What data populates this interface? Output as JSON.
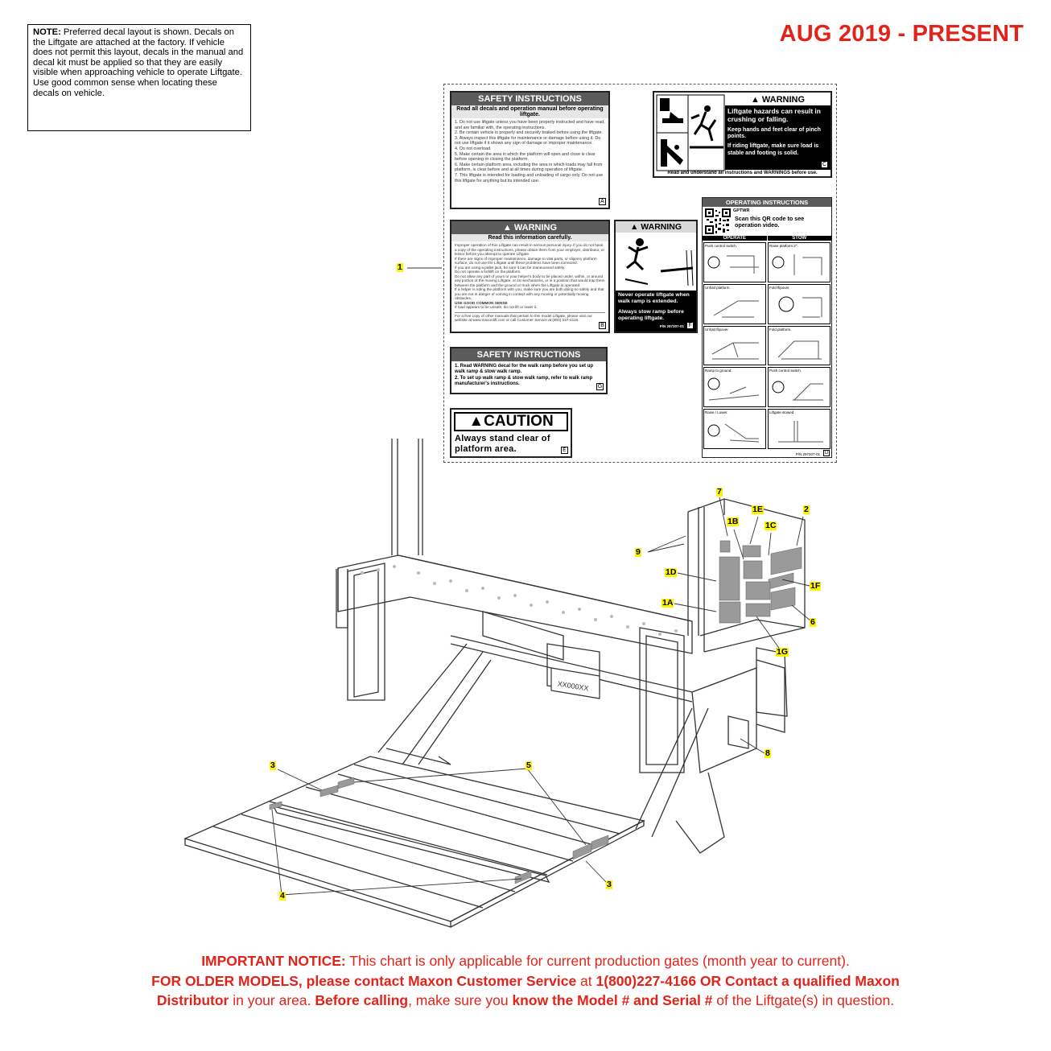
{
  "note": {
    "label": "NOTE:",
    "text": "Preferred decal layout is shown. Decals on the Liftgate are attached at the factory. If vehicle does not permit this layout, decals in the manual and decal kit must be applied so that they are easily visible when approaching vehicle to operate Liftgate. Use good common sense when locating these decals on vehicle."
  },
  "date_title": "AUG 2019 - PRESENT",
  "decals": {
    "a": {
      "title": "SAFETY INSTRUCTIONS",
      "subtitle": "Read all decals and operation manual before operating liftgate.",
      "items": [
        "1. Do not use liftgate unless you have been properly instructed and have read, and are familiar with, the operating instructions.",
        "2. Be certain vehicle is properly and securely braked before using the liftgate.",
        "3. Always inspect this liftgate for maintenance or damage before using it. Do not use liftgate if it shows any sign of damage or improper maintenance.",
        "4. Do not overload.",
        "5. Make certain the area in which the platform will open and close is clear before opening or closing the platform.",
        "6. Make certain platform area, including the area in which loads may fall from platform, is clear before and at all times during operation of liftgate.",
        "7. This liftgate is intended for loading and unloading of cargo only. Do not use this liftgate for anything but its intended use."
      ],
      "letter": "A"
    },
    "c": {
      "title": "WARNING",
      "line1": "Liftgate hazards can result in crushing or falling.",
      "line2": "Keep hands and feet clear of pinch points.",
      "line3": "If riding liftgate, make sure load is stable and footing is solid.",
      "footer": "Read and understand all instructions and WARNINGS before use.",
      "letter": "C"
    },
    "b": {
      "title": "WARNING",
      "subtitle": "Read this information carefully.",
      "items": [
        "Improper operation of this Liftgate can result in serious personal injury. If you do not have a copy of the operating instructions, please obtain them from your employer, distributor, or lessor before you attempt to operate Liftgate.",
        "If there are signs of improper maintenance, damage to vital parts, or slippery platform surface, do not use the Liftgate until these problems have been corrected.",
        "If you are using a pallet jack, be sure it can be maneuvered safely.",
        "Do not operate a forklift on the platform.",
        "Do not allow any part of yours or your helper's body to be placed under, within, or around any portion of the moving Liftgate, or its mechanisms, or in a position that would trap them between the platform and the ground or truck when the Liftgate is operated.",
        "If a helper is riding the platform with you, make sure you are both doing so safely and that you are not in danger of coming in contact with any moving or potentially moving obstacles.",
        "USE GOOD COMMON SENSE",
        "If load appears to be unsafe, do not lift or lower it."
      ],
      "footer": "For a free copy of other manuals that pertain to this model Liftgate, please visit our website at www.maxonlift.com or call Customer Service at (800) 227-4116.",
      "letter": "B"
    },
    "f": {
      "title": "WARNING",
      "line1": "Never operate liftgate when walk ramp is extended.",
      "line2": "Always stow ramp before operating liftgate.",
      "pn": "P/N 297207-01",
      "letter": "F"
    },
    "d": {
      "title": "OPERATING INSTRUCTIONS",
      "qr_label": "GPTWR",
      "qr_text": "Scan this QR code to see operation video.",
      "col_left": "OPERATE",
      "col_right": "STOW",
      "steps_left": [
        "Push control switch.",
        "Unfold platform.",
        "Unfold flipover.",
        "Ramp to ground.",
        "Raise / Lower."
      ],
      "steps_right": [
        "Raise platform 2\".",
        "Fold flipover.",
        "Fold platform.",
        "Push control switch.",
        "Liftgate stowed."
      ],
      "pn": "P/N 297207-01",
      "letter": "D"
    },
    "g": {
      "title": "SAFETY INSTRUCTIONS",
      "items": [
        "1. Read WARNING decal for the walk ramp before you set up walk ramp & stow walk ramp.",
        "2. To set up walk ramp & stow walk ramp, refer to walk ramp manufacturer's instructions."
      ],
      "letter": "G"
    },
    "e": {
      "title": "CAUTION",
      "text": "Always stand clear of platform area.",
      "letter": "E"
    }
  },
  "plate_text": "XX000XX",
  "callouts": [
    "1",
    "7",
    "1E",
    "2",
    "1B",
    "1C",
    "9",
    "1D",
    "1F",
    "1A",
    "6",
    "1G",
    "8",
    "3",
    "5",
    "3",
    "4"
  ],
  "notice": {
    "label1": "IMPORTANT NOTICE:",
    "text1": " This chart is only applicable for current production gates (month year to current).",
    "label2": "FOR OLDER MODELS, please contact Maxon Customer Service",
    "text2a": " at ",
    "label3": "1(800)227-4166 OR Contact a qualified Maxon",
    "label4": "Distributor",
    "text2b": " in your area. ",
    "label5": "Before calling",
    "text2c": ", make sure you ",
    "label6": "know the Model # and Serial #",
    "text2d": " of the Liftgate(s) in question."
  }
}
